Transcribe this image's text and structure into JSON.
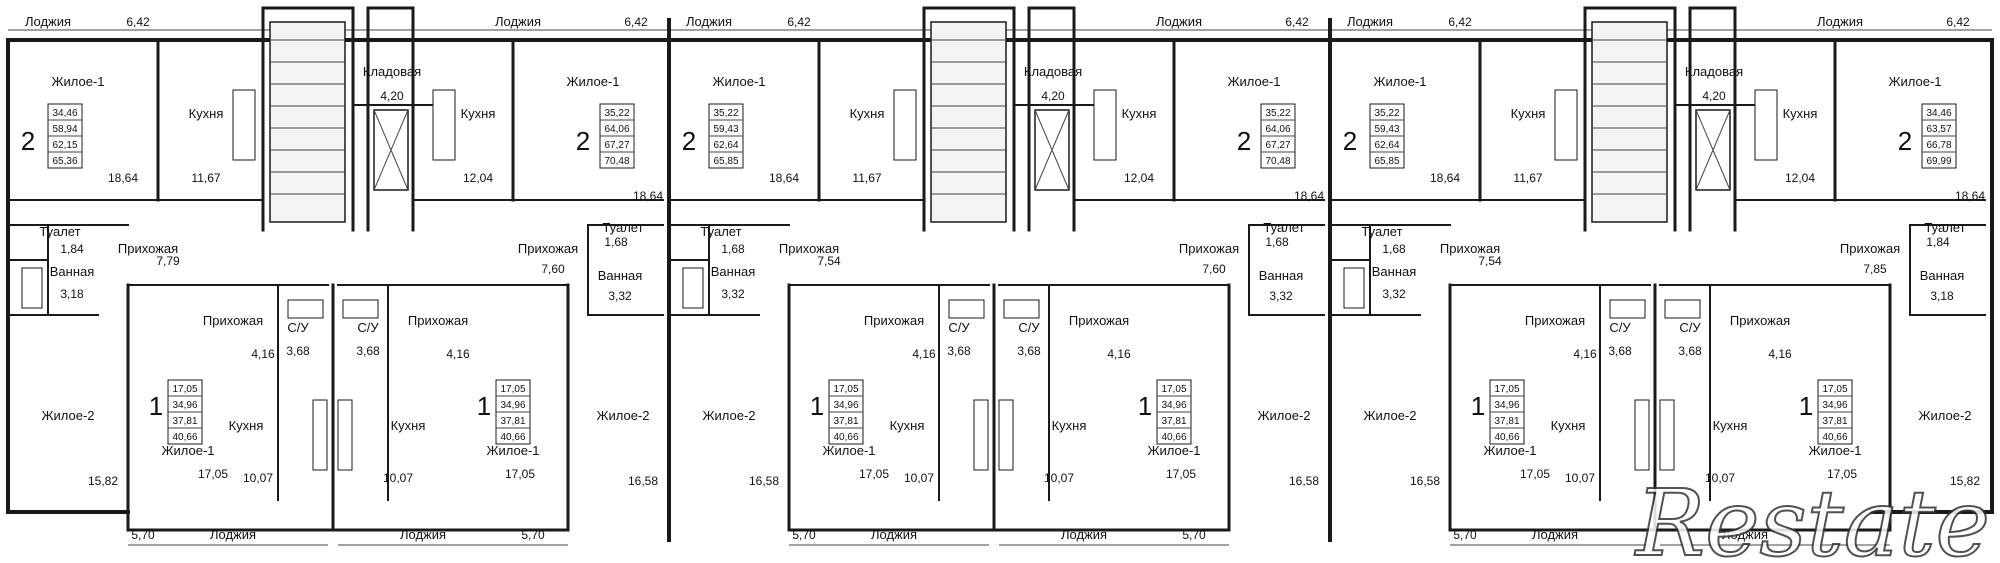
{
  "labels": {
    "loggia": "Лоджия",
    "living1": "Жилое-1",
    "living2": "Жилое-2",
    "kitchen": "Кухня",
    "storage": "Кладовая",
    "toilet": "Туалет",
    "bathroom": "Ванная",
    "hallway": "Прихожая",
    "wc": "С/У"
  },
  "watermark": "Restate",
  "sections": [
    {
      "top": {
        "loggiaL": "6,42",
        "loggiaR": "6,42",
        "storage": "4,20",
        "left": {
          "count": "2",
          "idx": [
            "34,46",
            "58,94",
            "62,15",
            "65,36"
          ],
          "living": "18,64",
          "kitchen": "11,67",
          "toilet": "1,84",
          "bath": "3,18",
          "hall": "7,79"
        },
        "right": {
          "count": "2",
          "idx": [
            "35,22",
            "64,06",
            "67,27",
            "70,48"
          ],
          "living": "18,64",
          "kitchen": "12,04",
          "toilet": "1,68",
          "bath": "3,32",
          "hall": "7,60"
        }
      },
      "bottom": {
        "living2L": "15,82",
        "living2R": "16,58",
        "loggiaL": "5,70",
        "loggiaR": "5,70",
        "left": {
          "count": "1",
          "idx": [
            "17,05",
            "34,96",
            "37,81",
            "40,66"
          ],
          "hall": "4,16",
          "wc": "3,68",
          "kitchen": "10,07",
          "living": "17,05"
        },
        "right": {
          "count": "1",
          "idx": [
            "17,05",
            "34,96",
            "37,81",
            "40,66"
          ],
          "hall": "4,16",
          "wc": "3,68",
          "kitchen": "10,07",
          "living": "17,05"
        }
      }
    },
    {
      "top": {
        "loggiaL": "6,42",
        "loggiaR": "6,42",
        "storage": "4,20",
        "left": {
          "count": "2",
          "idx": [
            "35,22",
            "59,43",
            "62,64",
            "65,85"
          ],
          "living": "18,64",
          "kitchen": "11,67",
          "toilet": "1,68",
          "bath": "3,32",
          "hall": "7,54"
        },
        "right": {
          "count": "2",
          "idx": [
            "35,22",
            "64,06",
            "67,27",
            "70,48"
          ],
          "living": "18,64",
          "kitchen": "12,04",
          "toilet": "1,68",
          "bath": "3,32",
          "hall": "7,60"
        }
      },
      "bottom": {
        "living2L": "16,58",
        "living2R": "16,58",
        "loggiaL": "5,70",
        "loggiaR": "5,70",
        "left": {
          "count": "1",
          "idx": [
            "17,05",
            "34,96",
            "37,81",
            "40,66"
          ],
          "hall": "4,16",
          "wc": "3,68",
          "kitchen": "10,07",
          "living": "17,05"
        },
        "right": {
          "count": "1",
          "idx": [
            "17,05",
            "34,96",
            "37,81",
            "40,66"
          ],
          "hall": "4,16",
          "wc": "3,68",
          "kitchen": "10,07",
          "living": "17,05"
        }
      }
    },
    {
      "top": {
        "loggiaL": "6,42",
        "loggiaR": "6,42",
        "storage": "4,20",
        "left": {
          "count": "2",
          "idx": [
            "35,22",
            "59,43",
            "62,64",
            "65,85"
          ],
          "living": "18,64",
          "kitchen": "11,67",
          "toilet": "1,68",
          "bath": "3,32",
          "hall": "7,54"
        },
        "right": {
          "count": "2",
          "idx": [
            "34,46",
            "63,57",
            "66,78",
            "69,99"
          ],
          "living": "18,64",
          "kitchen": "12,04",
          "toilet": "1,84",
          "bath": "3,18",
          "hall": "7,85"
        }
      },
      "bottom": {
        "living2L": "16,58",
        "living2R": "15,82",
        "loggiaL": "5,70",
        "loggiaR": "",
        "left": {
          "count": "1",
          "idx": [
            "17,05",
            "34,96",
            "37,81",
            "40,66"
          ],
          "hall": "4,16",
          "wc": "3,68",
          "kitchen": "10,07",
          "living": "17,05"
        },
        "right": {
          "count": "1",
          "idx": [
            "17,05",
            "34,96",
            "37,81",
            "40,66"
          ],
          "hall": "4,16",
          "wc": "3,68",
          "kitchen": "10,07",
          "living": "17,05"
        }
      }
    }
  ]
}
